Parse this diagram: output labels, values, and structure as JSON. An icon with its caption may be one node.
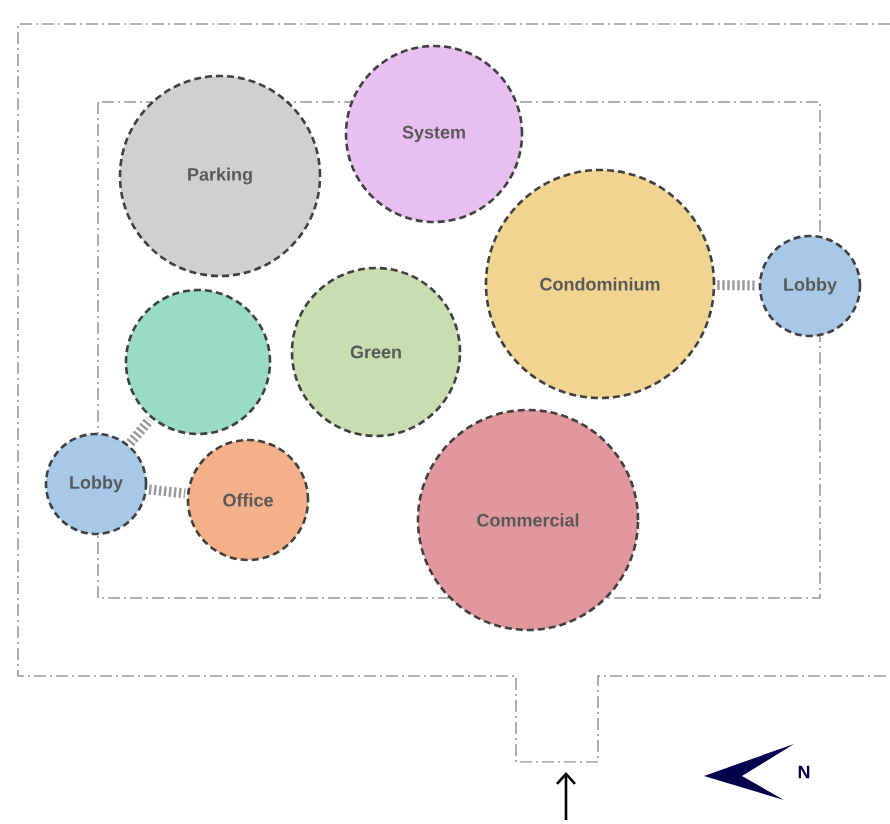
{
  "diagram": {
    "nodes": [
      {
        "text": [
          "Parking"
        ]
      },
      {
        "text": [
          "System"
        ]
      },
      {
        "text": [
          "Condominium"
        ]
      },
      {
        "text": [
          "Lobby"
        ]
      },
      {
        "text": [],
        "shape": "circle"
      },
      {
        "text": [
          "Green"
        ]
      },
      {
        "text": [
          "Lobby"
        ]
      },
      {
        "text": [
          "Office"
        ]
      },
      {
        "text": [
          "Commercial"
        ]
      }
    ],
    "edges": [
      {
        "from": 2,
        "to": 3,
        "arrow": "none",
        "style": "dashed",
        "color": "#9a9a9a"
      },
      {
        "from": 6,
        "to": 4,
        "arrow": "none",
        "style": "dashed",
        "color": "#9a9a9a"
      },
      {
        "from": 6,
        "to": 7,
        "arrow": "none",
        "style": "dashed",
        "color": "#9a9a9a"
      }
    ],
    "labels": [
      "N"
    ]
  }
}
